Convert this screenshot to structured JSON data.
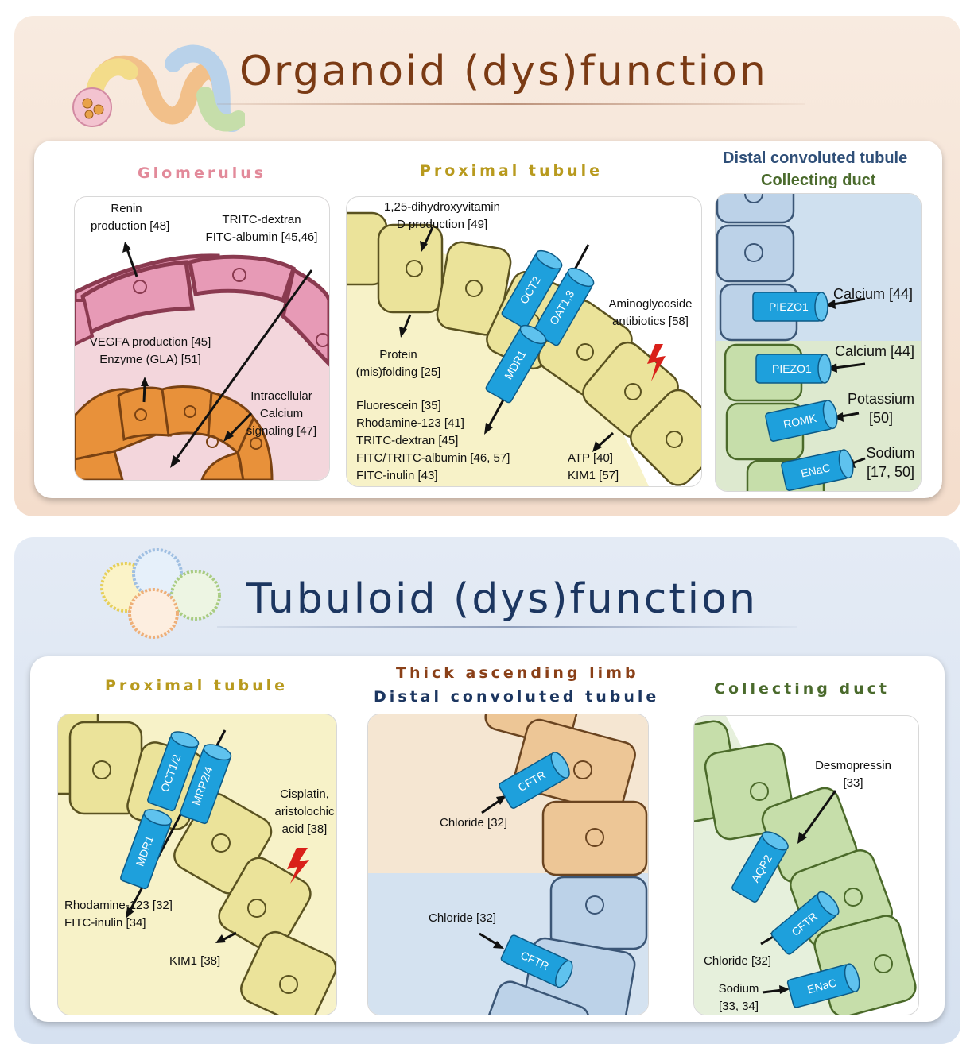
{
  "organoid": {
    "title": "Organoid (dys)function",
    "glomerulus": {
      "title": "Glomerulus",
      "renin": [
        "Renin",
        "production [48]"
      ],
      "tritc": [
        "TRITC-dextran",
        "FITC-albumin [45,46]"
      ],
      "vegfa": [
        "VEGFA production [45]",
        "Enzyme (GLA) [51]"
      ],
      "intracellular": [
        "Intracellular",
        "Calcium",
        "signaling [47]"
      ]
    },
    "proximal": {
      "title": "Proximal tubule",
      "vitd": [
        "1,25-dihydroxyvitamin",
        "D production [49]"
      ],
      "protein": [
        "Protein",
        "(mis)folding [25]"
      ],
      "amino": [
        "Aminoglycoside",
        "antibiotics [58]"
      ],
      "substrates": [
        "Fluorescein [35]",
        "Rhodamine-123 [41]",
        "TRITC-dextran [45]",
        "FITC/TRITC-albumin [46, 57]",
        "FITC-inulin [43]"
      ],
      "atp": [
        "ATP [40]",
        "KIM1 [57]"
      ],
      "transporters": [
        "OCT2",
        "OAT1,3",
        "MDR1"
      ]
    },
    "distal": {
      "title1": "Distal convoluted tubule",
      "title2": "Collecting duct",
      "calcium1": "Calcium [44]",
      "calcium2": "Calcium [44]",
      "potassium": [
        "Potassium",
        "[50]"
      ],
      "sodium": [
        "Sodium",
        "[17, 50]"
      ],
      "channels": [
        "PIEZO1",
        "PIEZO1",
        "ROMK",
        "ENaC"
      ]
    }
  },
  "tubuloid": {
    "title": "Tubuloid (dys)function",
    "proximal": {
      "title": "Proximal tubule",
      "cisplatin": [
        "Cisplatin,",
        "aristolochic",
        "acid [38]"
      ],
      "substrates": [
        "Rhodamine-123 [32]",
        "FITC-inulin [34]"
      ],
      "kim": "KIM1 [38]",
      "transporters": [
        "OCT1/2",
        "MRP2/4",
        "MDR1"
      ]
    },
    "tal": {
      "title1": "Thick ascending limb",
      "title2": "Distal convoluted tubule",
      "chloride1": "Chloride [32]",
      "chloride2": "Chloride [32]",
      "channels": [
        "CFTR",
        "CFTR"
      ]
    },
    "cd": {
      "title": "Collecting duct",
      "desmo": [
        "Desmopressin",
        "[33]"
      ],
      "chloride": "Chloride [32]",
      "sodium": [
        "Sodium",
        "[33, 34]"
      ],
      "channels": [
        "AQP2",
        "CFTR",
        "ENaC"
      ]
    }
  },
  "colors": {
    "org_title": "#7a3a14",
    "tub_title": "#1c3660",
    "glom_title": "#e28a9a",
    "prox_title": "#b89a1e",
    "distal_title": "#2f4f78",
    "cd_title": "#4a6a2c",
    "tal_title": "#8a4018",
    "transporter": "#1ea0dc",
    "arrow": "#111111",
    "bolt": "#d9201a"
  }
}
